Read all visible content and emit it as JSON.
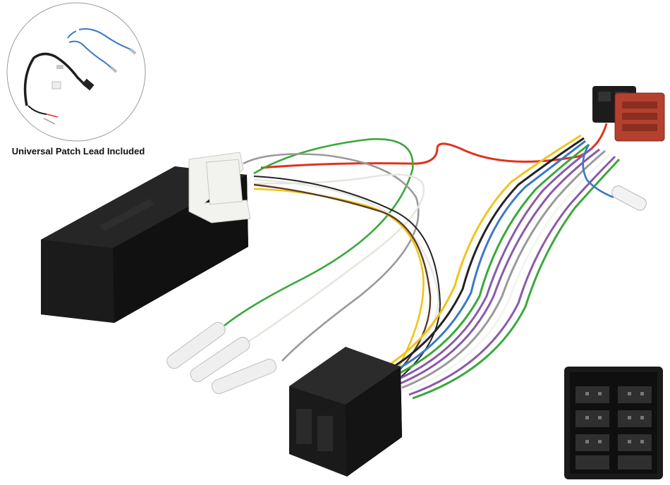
{
  "inset": {
    "caption": "Universal Patch Lead Included"
  },
  "colors": {
    "background": "#ffffff",
    "module_body": "#141414",
    "connector_black": "#1a1a1a",
    "connector_red": "#b5402e",
    "connector_white": "#f2f2ee",
    "wire_red": "#e0321c",
    "wire_green": "#3aa83a",
    "wire_grey": "#9a9a9a",
    "wire_white": "#f4f4f0",
    "wire_yellow": "#f0c419",
    "wire_brown": "#5a3a22",
    "wire_black": "#222222",
    "wire_blue": "#3a78c8",
    "wire_violet": "#8a5aa8",
    "wire_orange": "#f07a1a"
  },
  "icons": [
    "steering-control-module",
    "iso-connector-black",
    "iso-connector-red",
    "iso-socket-face",
    "spade-terminal",
    "patch-lead-3-5mm-jack"
  ]
}
